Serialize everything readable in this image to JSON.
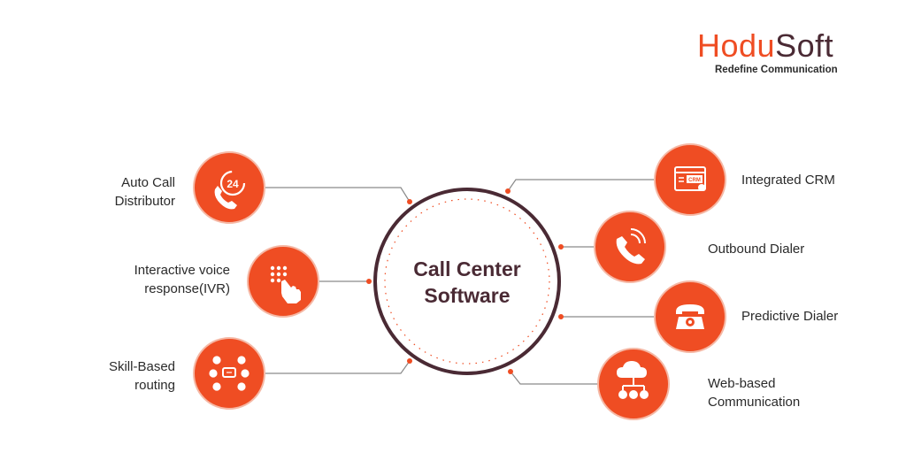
{
  "brand": {
    "name_part1": "Hodu",
    "name_part2": "Soft",
    "tagline": "Redefine Communication",
    "accent_color": "#ef4d23",
    "dark_color": "#4a2a34"
  },
  "center": {
    "title": "Call Center\nSoftware"
  },
  "left_features": [
    {
      "label": "Auto Call\nDistributor",
      "icon": "phone-24-icon"
    },
    {
      "label": "Interactive voice\nresponse(IVR)",
      "icon": "keypad-hand-icon"
    },
    {
      "label": "Skill-Based\nrouting",
      "icon": "network-routing-icon"
    }
  ],
  "right_features": [
    {
      "label": "Integrated CRM",
      "icon": "crm-window-icon"
    },
    {
      "label": "Outbound Dialer",
      "icon": "phone-outgoing-icon"
    },
    {
      "label": "Predictive Dialer",
      "icon": "desk-phone-icon"
    },
    {
      "label": "Web-based\nCommunication",
      "icon": "cloud-network-icon"
    }
  ]
}
